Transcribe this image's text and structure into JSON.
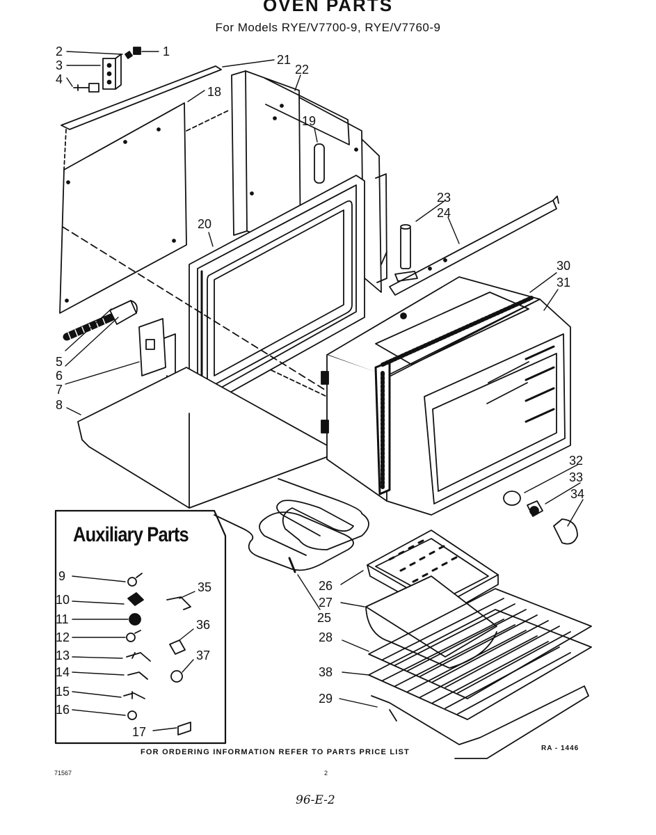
{
  "header": {
    "title": "OVEN PARTS",
    "subtitle": "For Models RYE/V7700-9, RYE/V7760-9"
  },
  "auxiliary": {
    "title": "Auxiliary Parts"
  },
  "callouts": [
    "1",
    "2",
    "3",
    "4",
    "5",
    "6",
    "7",
    "8",
    "9",
    "10",
    "11",
    "12",
    "13",
    "14",
    "15",
    "16",
    "17",
    "18",
    "19",
    "20",
    "21",
    "22",
    "23",
    "24",
    "25",
    "26",
    "27",
    "28",
    "29",
    "30",
    "31",
    "32",
    "33",
    "34",
    "35",
    "36",
    "37",
    "38"
  ],
  "footer": {
    "ordering_note": "FOR ORDERING INFORMATION REFER TO PARTS PRICE LIST",
    "drawing_code": "RA - 1446",
    "doc_number": "71567",
    "page_number": "2",
    "handwritten_note": "96-E-2"
  }
}
